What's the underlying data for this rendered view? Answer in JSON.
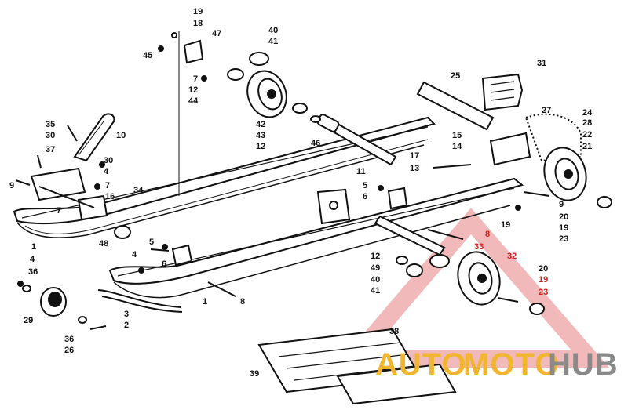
{
  "callouts": [
    {
      "id": "c19a",
      "text": "19"
    },
    {
      "id": "c18",
      "text": "18"
    },
    {
      "id": "c47",
      "text": "47"
    },
    {
      "id": "c45",
      "text": "45"
    },
    {
      "id": "c40a",
      "text": "40"
    },
    {
      "id": "c41a",
      "text": "41"
    },
    {
      "id": "c7a",
      "text": "7"
    },
    {
      "id": "c12a",
      "text": "12"
    },
    {
      "id": "c44",
      "text": "44"
    },
    {
      "id": "c25",
      "text": "25"
    },
    {
      "id": "c31",
      "text": "31"
    },
    {
      "id": "c42",
      "text": "42"
    },
    {
      "id": "c43",
      "text": "43"
    },
    {
      "id": "c12b",
      "text": "12"
    },
    {
      "id": "c46",
      "text": "46"
    },
    {
      "id": "c27",
      "text": "27"
    },
    {
      "id": "c24",
      "text": "24"
    },
    {
      "id": "c28",
      "text": "28"
    },
    {
      "id": "c22",
      "text": "22"
    },
    {
      "id": "c21",
      "text": "21"
    },
    {
      "id": "c35",
      "text": "35"
    },
    {
      "id": "c30a",
      "text": "30"
    },
    {
      "id": "c10",
      "text": "10"
    },
    {
      "id": "c37",
      "text": "37"
    },
    {
      "id": "c30b",
      "text": "30"
    },
    {
      "id": "c4a",
      "text": "4"
    },
    {
      "id": "c7b",
      "text": "7"
    },
    {
      "id": "c16",
      "text": "16"
    },
    {
      "id": "c34",
      "text": "34"
    },
    {
      "id": "c9a",
      "text": "9"
    },
    {
      "id": "c7c",
      "text": "7"
    },
    {
      "id": "c11",
      "text": "11"
    },
    {
      "id": "c15",
      "text": "15"
    },
    {
      "id": "c14",
      "text": "14"
    },
    {
      "id": "c17",
      "text": "17"
    },
    {
      "id": "c13",
      "text": "13"
    },
    {
      "id": "c5a",
      "text": "5"
    },
    {
      "id": "c6a",
      "text": "6"
    },
    {
      "id": "c9b",
      "text": "9"
    },
    {
      "id": "c20a",
      "text": "20"
    },
    {
      "id": "c19b",
      "text": "19"
    },
    {
      "id": "c23a",
      "text": "23"
    },
    {
      "id": "c19c",
      "text": "19"
    },
    {
      "id": "c48",
      "text": "48"
    },
    {
      "id": "c1a",
      "text": "1"
    },
    {
      "id": "c5b",
      "text": "5"
    },
    {
      "id": "c8a",
      "text": "8"
    },
    {
      "id": "c33",
      "text": "33"
    },
    {
      "id": "c4b",
      "text": "4"
    },
    {
      "id": "c6b",
      "text": "6"
    },
    {
      "id": "c32",
      "text": "32"
    },
    {
      "id": "c12c",
      "text": "12"
    },
    {
      "id": "c49",
      "text": "49"
    },
    {
      "id": "c40b",
      "text": "40"
    },
    {
      "id": "c41b",
      "text": "41"
    },
    {
      "id": "c20b",
      "text": "20"
    },
    {
      "id": "c19d",
      "text": "19"
    },
    {
      "id": "c23b",
      "text": "23"
    },
    {
      "id": "c4c",
      "text": "4"
    },
    {
      "id": "c36a",
      "text": "36"
    },
    {
      "id": "c1b",
      "text": "1"
    },
    {
      "id": "c8b",
      "text": "8"
    },
    {
      "id": "c3",
      "text": "3"
    },
    {
      "id": "c2",
      "text": "2"
    },
    {
      "id": "c29",
      "text": "29"
    },
    {
      "id": "c36b",
      "text": "36"
    },
    {
      "id": "c26",
      "text": "26"
    },
    {
      "id": "c38",
      "text": "38"
    },
    {
      "id": "c39",
      "text": "39"
    }
  ],
  "watermark": {
    "part1": "AUTO",
    "part2": "MOTO",
    "part3": "HUB"
  },
  "colors": {
    "ink": "#111111",
    "accent_red": "#d62020",
    "triangle": "#e8a0a0",
    "wm_gold": "#f2b52e",
    "wm_gray": "#8a8a8a"
  }
}
